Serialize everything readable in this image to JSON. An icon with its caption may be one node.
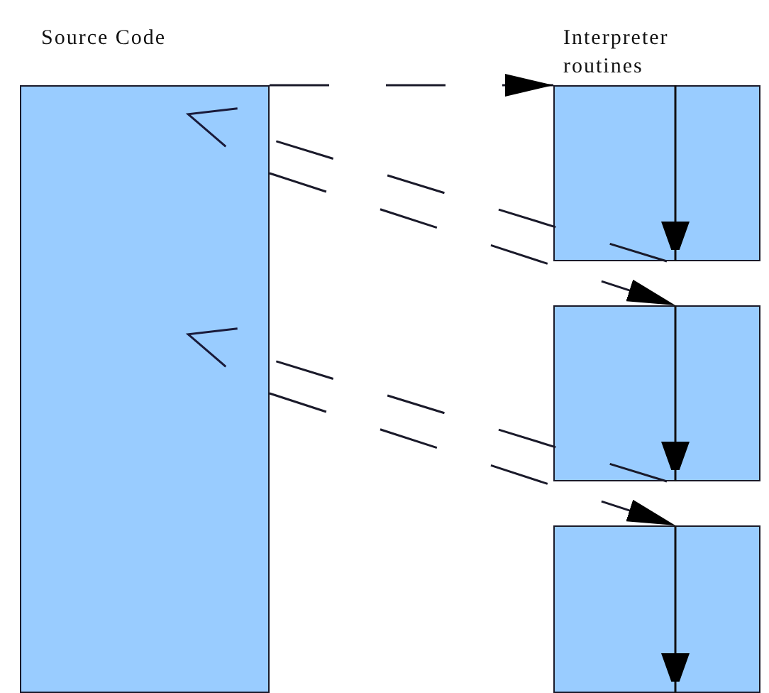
{
  "diagram": {
    "nodes": [
      {
        "text": [
          "Source Code"
        ]
      },
      {
        "text": [
          "Interpreter routines"
        ]
      },
      {
        "text": [],
        "shape": "box"
      },
      {
        "text": [],
        "shape": "box"
      }
    ],
    "edges": [
      {
        "from": 0,
        "to": 1,
        "arrow": "to",
        "style": "dashed"
      },
      {
        "from": 1,
        "to": 0,
        "arrow": "to",
        "style": "dashed"
      },
      {
        "from": 0,
        "to": 2,
        "arrow": "to",
        "style": "dashed"
      },
      {
        "from": 2,
        "to": 0,
        "arrow": "to",
        "style": "dashed"
      },
      {
        "from": 0,
        "to": 3,
        "arrow": "to",
        "style": "dashed"
      }
    ]
  }
}
